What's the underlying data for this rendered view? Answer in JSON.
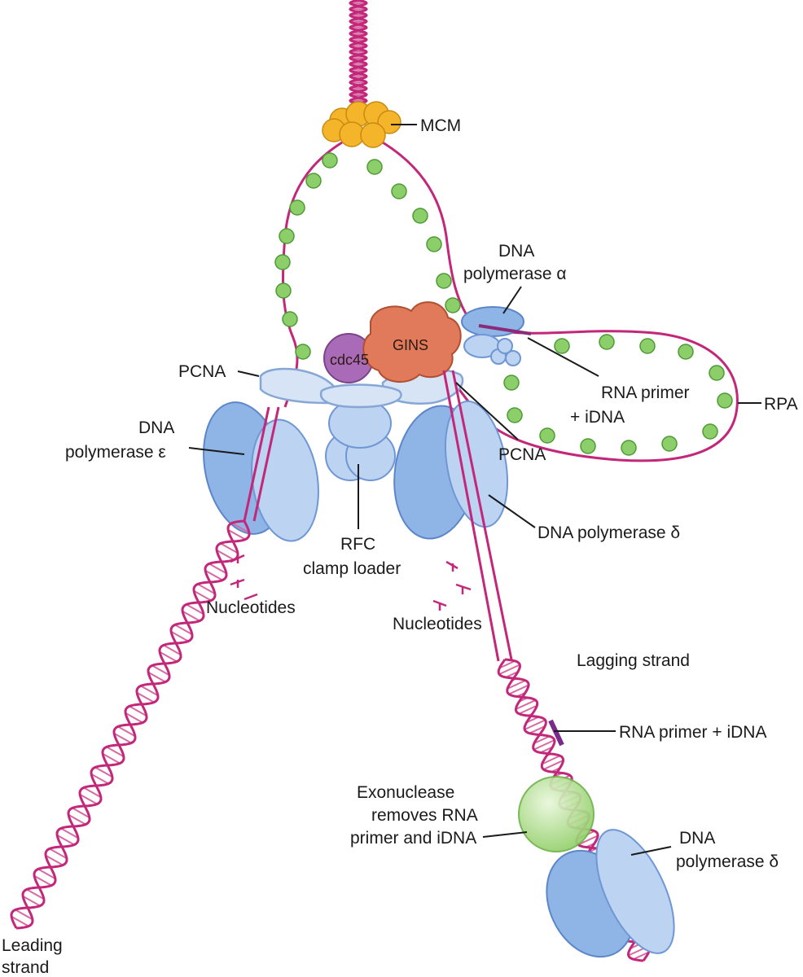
{
  "labels": {
    "mcm": "MCM",
    "pol_alpha_1": "DNA",
    "pol_alpha_2": "polymerase α",
    "gins": "GINS",
    "cdc45": "cdc45",
    "pcna_left": "PCNA",
    "pol_eps_1": "DNA",
    "pol_eps_2": "polymerase ε",
    "rna_primer_top_1": "RNA primer",
    "rna_primer_top_2": "+ iDNA",
    "rpa": "RPA",
    "pcna_right": "PCNA",
    "pol_delta": "DNA polymerase δ",
    "rfc_1": "RFC",
    "rfc_2": "clamp loader",
    "nucleotides_left": "Nucleotides",
    "nucleotides_right": "Nucleotides",
    "lagging": "Lagging  strand",
    "rna_primer_bottom": "RNA primer + iDNA",
    "exo_1": "Exonuclease",
    "exo_2": "removes RNA",
    "exo_3": "primer and iDNA",
    "pol_delta2_1": "DNA",
    "pol_delta2_2": "polymerase δ",
    "leading_1": "Leading",
    "leading_2": "strand"
  },
  "colors": {
    "dna_strand": "#c2277a",
    "polymerase": "#8fb4e6",
    "gins": "#e07a5a",
    "cdc45": "#a96bb8",
    "mcm": "#f4b52a",
    "rpa": "#8ccf6a",
    "exonuclease": "#b6e29a"
  }
}
